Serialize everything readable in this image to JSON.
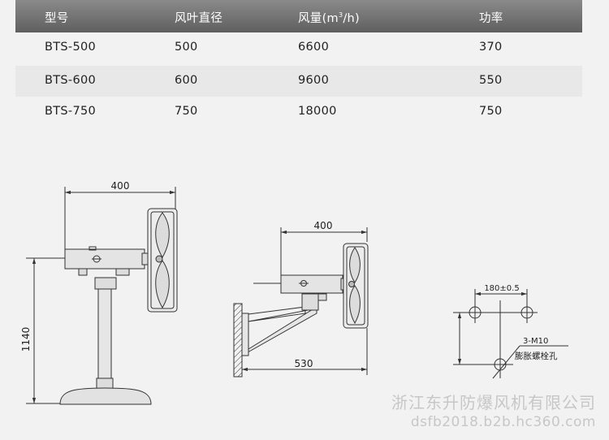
{
  "table": {
    "headers": [
      "型号",
      "风叶直径",
      "风量(m",
      "3",
      "/h)",
      "功率"
    ],
    "rows": [
      [
        "BTS-500",
        "500",
        "6600",
        "370"
      ],
      [
        "BTS-600",
        "600",
        "9600",
        "550"
      ],
      [
        "BTS-750",
        "750",
        "18000",
        "750"
      ]
    ]
  },
  "drawings": {
    "stand_width_label": "400",
    "stand_height_label": "1140",
    "wall_width_label": "400",
    "wall_arm_label": "530",
    "hole_spacing_label": "180±0.5",
    "hole_spec_label": "3-M10",
    "hole_name_label": "膨胀螺栓孔"
  },
  "watermark": {
    "company": "浙江东升防爆风机有限公司",
    "site": "dsfb2018.b2b.hc360.com"
  }
}
